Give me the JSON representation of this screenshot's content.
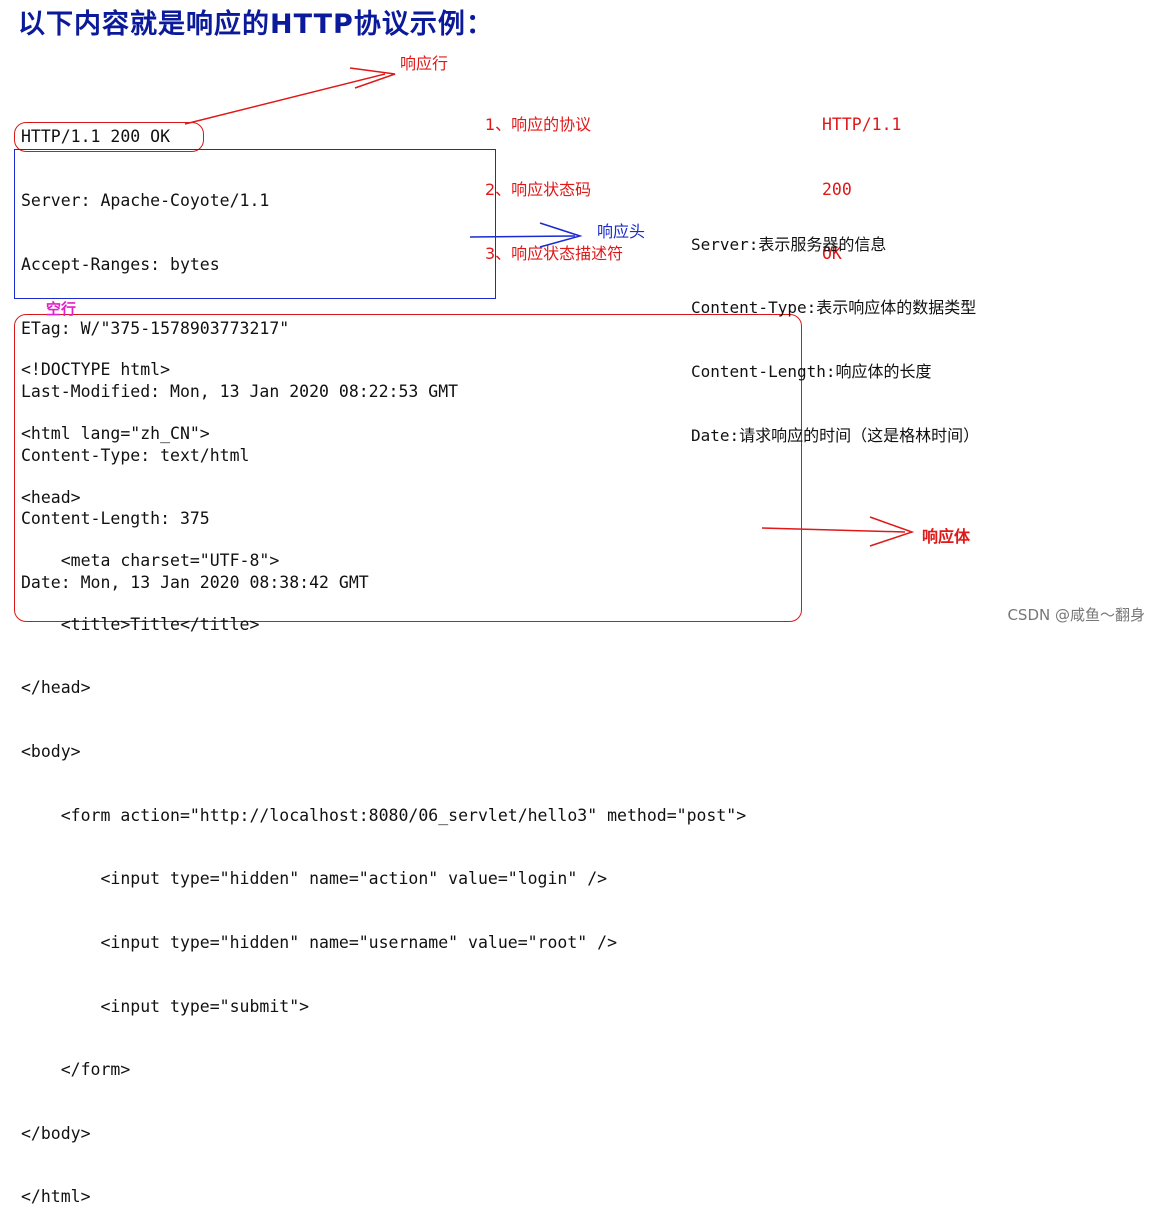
{
  "title": "以下内容就是响应的HTTP协议示例：",
  "labels": {
    "response_line": "响应行",
    "response_head": "响应头",
    "empty_line": "空行",
    "response_body": "响应体"
  },
  "info": {
    "items": [
      "1、响应的协议",
      "2、响应状态码",
      "3、响应状态描述符"
    ],
    "values": [
      "HTTP/1.1",
      "200",
      "OK"
    ]
  },
  "status_line": "HTTP/1.1 200 OK",
  "headers": [
    "Server: Apache-Coyote/1.1",
    "Accept-Ranges: bytes",
    "ETag: W/\"375-1578903773217\"",
    "Last-Modified: Mon, 13 Jan 2020 08:22:53 GMT",
    "Content-Type: text/html",
    "Content-Length: 375",
    "Date: Mon, 13 Jan 2020 08:38:42 GMT"
  ],
  "header_desc": [
    "Server:表示服务器的信息",
    "Content-Type:表示响应体的数据类型",
    "Content-Length:响应体的长度",
    "Date:请求响应的时间（这是格林时间）"
  ],
  "body_lines": [
    "<!DOCTYPE html>",
    "<html lang=\"zh_CN\">",
    "<head>",
    "    <meta charset=\"UTF-8\">",
    "    <title>Title</title>",
    "</head>",
    "<body>",
    "    <form action=\"http://localhost:8080/06_servlet/hello3\" method=\"post\">",
    "        <input type=\"hidden\" name=\"action\" value=\"login\" />",
    "        <input type=\"hidden\" name=\"username\" value=\"root\" />",
    "        <input type=\"submit\">",
    "    </form>",
    "</body>",
    "</html>"
  ],
  "watermark": "CSDN @咸鱼～翻身",
  "colors": {
    "title": "#0a1a9a",
    "red": "#e01818",
    "blue": "#1a2bd0",
    "pink": "#e020c8"
  }
}
